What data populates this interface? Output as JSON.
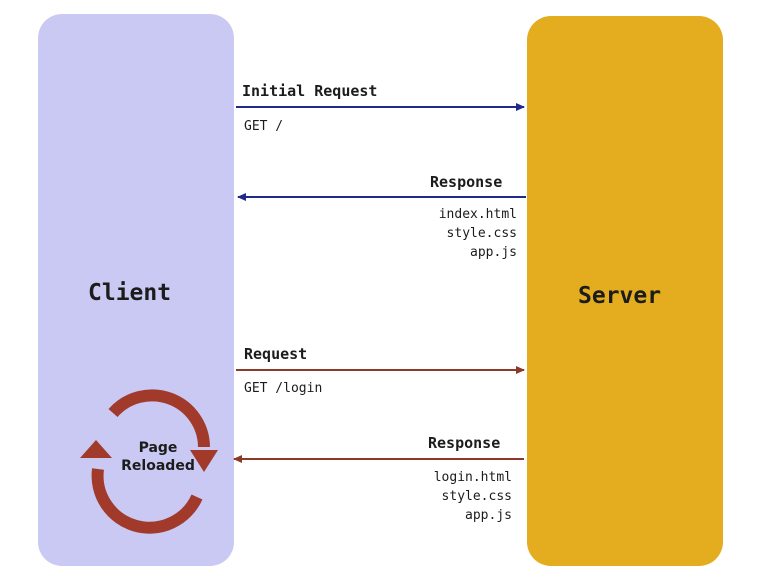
{
  "client": {
    "title": "Client"
  },
  "server": {
    "title": "Server"
  },
  "initial_request": {
    "label": "Initial Request",
    "detail": "GET /"
  },
  "initial_response": {
    "label": "Response",
    "files": [
      "index.html",
      "style.css",
      "app.js"
    ]
  },
  "request": {
    "label": "Request",
    "detail": "GET /login"
  },
  "response": {
    "label": "Response",
    "files": [
      "login.html",
      "style.css",
      "app.js"
    ]
  },
  "reload_badge": {
    "line1": "Page",
    "line2": "Reloaded"
  },
  "colors": {
    "client": "#c9c9f3",
    "server": "#e3ad1f",
    "initial_arrows": "#1e2a8c",
    "login_arrows": "#8b3a2a",
    "reload_icon": "#a23a2c"
  }
}
